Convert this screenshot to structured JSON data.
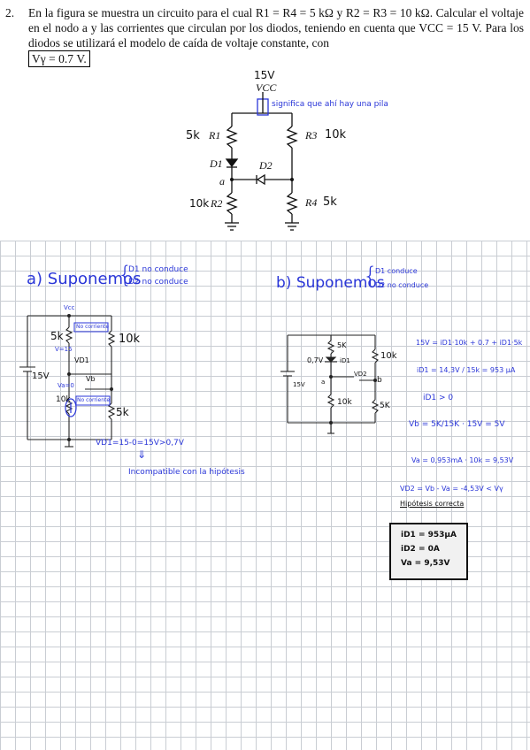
{
  "problem": {
    "number": "2.",
    "text": "En la figura se muestra un circuito para el cual R1 = R4 = 5 kΩ y R2 = R3 = 10 kΩ. Calcular el voltaje en el nodo a y las corrientes que circulan por los diodos, teniendo en cuenta que VCC = 15 V. Para los diodos se utilizará el modelo de caída de voltaje constante, con",
    "vgamma": "Vγ = 0.7 V."
  },
  "figure": {
    "vcc_hand": "15V",
    "vcc_label": "VCC",
    "vcc_note": "significa que ahí hay una pila",
    "r1_hand": "5k",
    "r1_label": "R1",
    "r3_label": "R3",
    "r3_hand": "10k",
    "d1_label": "D1",
    "d2_label": "D2",
    "node_label": "a",
    "r2_hand": "10k",
    "r2_label": "R2",
    "r4_label": "R4",
    "r4_hand": "5k"
  },
  "part_a": {
    "title": "a) Suponemos",
    "case1": "D1 no conduce",
    "case2": "D2 no conduce",
    "top_label": "Vcc",
    "r_left": "5k",
    "no_corr1": "No corriente",
    "v_label": "V=15",
    "r_right": "10k",
    "source": "15V",
    "vd1": "VD1",
    "vb": "Vb",
    "va": "Va=0",
    "r_10k": "10k",
    "no_corr2": "No corriente",
    "r_5k": "5k",
    "v_eq": "VD1=15-0=15V>0,7V",
    "arrow": "⇓",
    "conclusion": "Incompatible con la hipótesis"
  },
  "part_b": {
    "title": "b) Suponemos",
    "case1": "D1 conduce",
    "case2": "D2 no conduce",
    "r5k": "5K",
    "drop": "0,7V",
    "id1": "iD1",
    "r10k": "10k",
    "source": "15V",
    "va": "a",
    "vd2": "VD2",
    "node_b": "b",
    "r_bottom_left": "10k",
    "r_bottom_right": "5K",
    "eq1": "15V = iD1·10k + 0.7 + iD1·5k",
    "eq2": "iD1 = 14,3V / 15k = 953 μA",
    "eq3": "iD1 > 0",
    "eq4": "Vb = 5K/15K · 15V = 5V",
    "eq5": "Va = 0,953mA · 10k = 9,53V",
    "eq6": "VD2 = Vb - Va = -4,53V < Vγ",
    "eq7": "Hipótesis correcta",
    "ans1": "iD1 = 953μA",
    "ans2": "iD2 = 0A",
    "ans3": "Va = 9,53V"
  }
}
